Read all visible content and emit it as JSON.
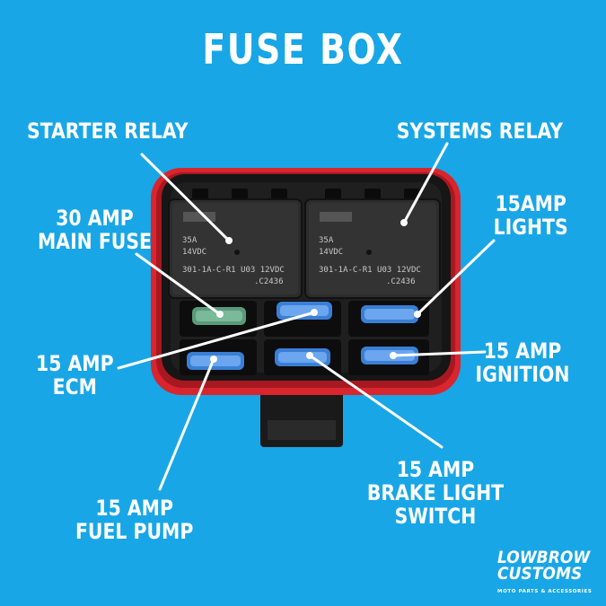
{
  "title": "FUSE BOX",
  "labels": {
    "starter_relay": "STARTER RELAY",
    "systems_relay": "SYSTEMS RELAY",
    "main_fuse": "30 AMP\nMAIN FUSE",
    "lights": "15AMP\nLIGHTS",
    "ecm": "15 AMP\nECM",
    "ignition": "15 AMP\nIGNITION",
    "fuel_pump": "15 AMP\nFUEL PUMP",
    "brake_light": "15 AMP\nBRAKE LIGHT\nSWITCH"
  },
  "relays": {
    "left": {
      "rating": "35A",
      "voltage": "14VDC",
      "part": "301-1A-C-R1 U03 12VDC",
      "code": ".C2436"
    },
    "right": {
      "rating": "35A",
      "voltage": "14VDC",
      "part": "301-1A-C-R1 U03 12VDC",
      "code": ".C2436"
    }
  },
  "brand": {
    "line1": "LOWBROW",
    "line2": "CUSTOMS",
    "tagline": "MOTO PARTS & ACCESSORIES"
  },
  "colors": {
    "background": "#18a6e6",
    "label": "#ffffff",
    "housing_rim": "#d8252e",
    "fuse_blue": "#3a7fd5",
    "fuse_green": "#5a9a7a"
  }
}
